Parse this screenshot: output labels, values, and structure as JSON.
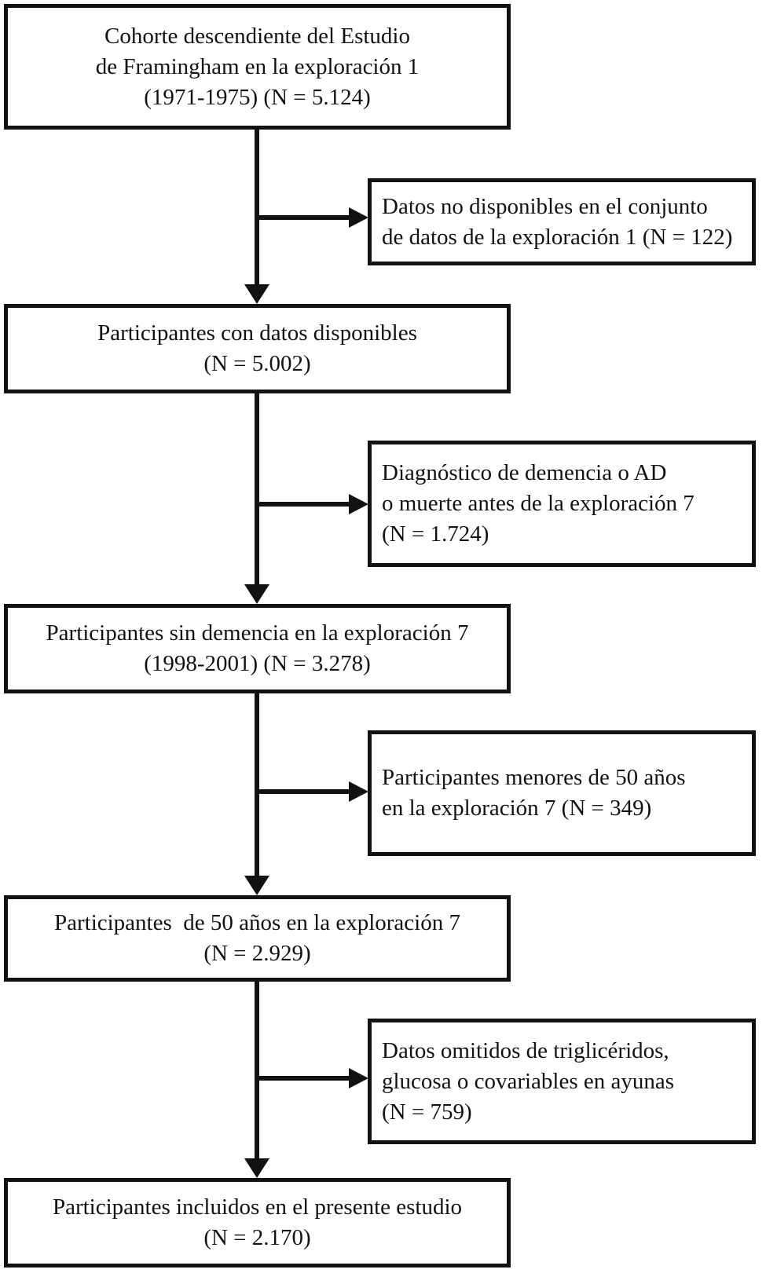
{
  "diagram": {
    "colors": {
      "ink": "#121212",
      "background": "#ffffff"
    },
    "nodes": {
      "cohort": {
        "lines": [
          "Cohorte descendiente del Estudio",
          "de Framingham en la exploración 1",
          "(1971-1975) (N = 5.124)"
        ],
        "n": "5.124"
      },
      "excluded_no_data": {
        "lines": [
          "Datos no disponibles en el conjunto",
          "de datos de la exploración 1 (N = 122)"
        ],
        "n": "122"
      },
      "available": {
        "lines": [
          "Participantes con datos disponibles",
          "(N = 5.002)"
        ],
        "n": "5.002"
      },
      "excluded_dementia_death": {
        "lines": [
          "Diagnóstico de demencia o AD",
          "o muerte antes de la exploración 7",
          "(N = 1.724)"
        ],
        "n": "1.724"
      },
      "no_dementia": {
        "lines": [
          "Participantes sin demencia en la exploración 7",
          "(1998-2001) (N = 3.278)"
        ],
        "n": "3.278"
      },
      "excluded_under_50": {
        "lines": [
          "Participantes menores de 50 años",
          "en la exploración 7 (N = 349)"
        ],
        "n": "349"
      },
      "age_50": {
        "lines": [
          "Participantes  de 50 años en la exploración 7",
          "(N = 2.929)"
        ],
        "n": "2.929"
      },
      "excluded_missing_data": {
        "lines": [
          "Datos omitidos de triglicéridos,",
          "glucosa o covariables en ayunas",
          "(N = 759)"
        ],
        "n": "759"
      },
      "included": {
        "lines": [
          "Participantes incluidos en el presente estudio",
          "(N = 2.170)"
        ],
        "n": "2.170"
      }
    }
  }
}
